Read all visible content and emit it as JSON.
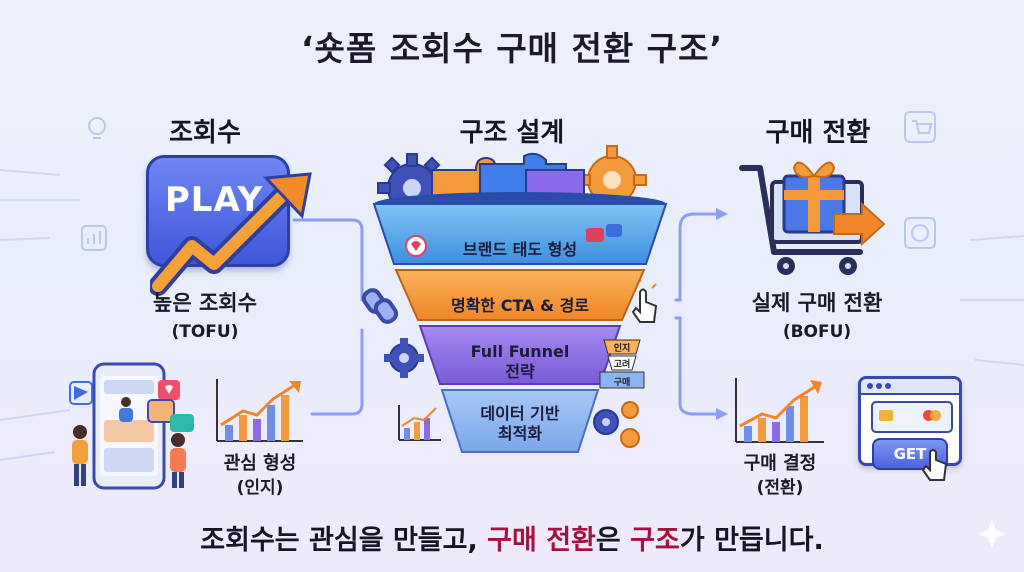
{
  "title": "‘숏폼 조회수 구매 전환 구조’",
  "columns": {
    "left": {
      "heading": "조회수",
      "play_label": "PLAY",
      "main_label": "높은 조회수",
      "main_sub": "(TOFU)",
      "chart_label": "관심 형성",
      "chart_sub": "(인지)"
    },
    "center": {
      "heading": "구조 설계",
      "tiers": [
        {
          "label": "브랜드 태도 형성"
        },
        {
          "label": "명확한 CTA & 경로"
        },
        {
          "label": "Full Funnel",
          "label2": "전략"
        },
        {
          "label": "데이터 기반",
          "label2": "최적화"
        }
      ],
      "mini_funnel": [
        "인지",
        "고려",
        "구매"
      ]
    },
    "right": {
      "heading": "구매 전환",
      "main_label": "실제 구매 전환",
      "main_sub": "(BOFU)",
      "chart_label": "구매 결정",
      "chart_sub": "(전환)",
      "get_button": "GET"
    }
  },
  "bottom": {
    "part1": "조회수는 관심을 만들고, ",
    "part2": "구매 전환",
    "part3": "은 ",
    "part4": "구조",
    "part5": "가 만듭니다."
  },
  "colors": {
    "accent_red": "#a4123f",
    "play_blue": "#4a63e0",
    "tier1": "#4aa3e8",
    "tier2": "#f39a3c",
    "tier3": "#8a6ae6",
    "tier4": "#8ab5ef"
  }
}
